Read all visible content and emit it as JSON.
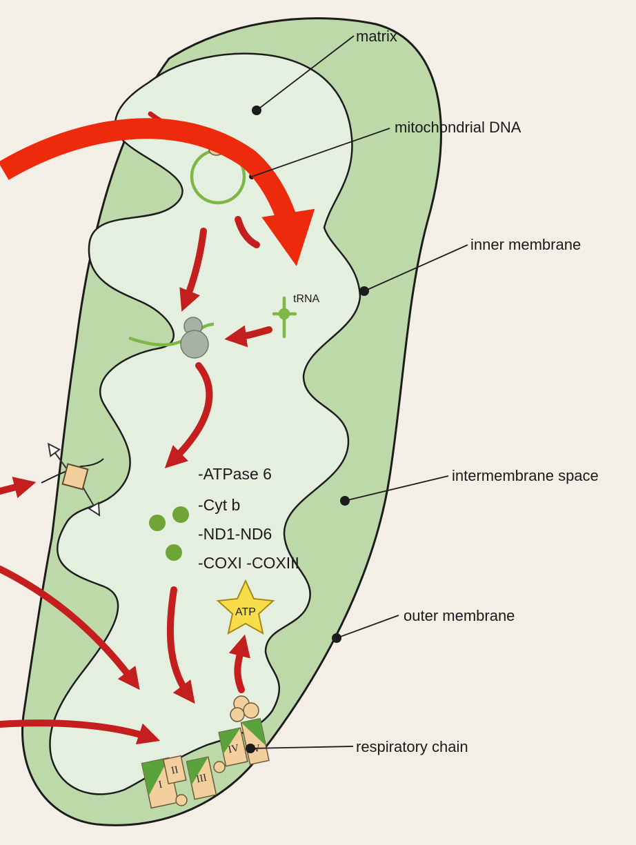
{
  "labels": {
    "matrix": "matrix",
    "mitochondrial_dna": "mitochondrial DNA",
    "inner_membrane": "inner membrane",
    "intermembrane_space": "intermembrane space",
    "outer_membrane": "outer membrane",
    "respiratory_chain": "respiratory chain",
    "trna": "tRNA",
    "atp": "ATP"
  },
  "encoded_proteins": [
    "-ATPase 6",
    "-Cyt b",
    "-ND1-ND6",
    "-COXI -COXIII"
  ],
  "complexes": [
    "I",
    "II",
    "III",
    "IV",
    "V"
  ],
  "colors": {
    "background": "#f3efe7",
    "outer_compartment": "#bdd8a9",
    "matrix": "#e4efdf",
    "membrane_line": "#1c1c1c",
    "dna_green": "#7db844",
    "dark_red_arrow": "#c41e1e",
    "bright_red_arrow": "#ee2a0c",
    "ribosome_grey": "#a8b2a4",
    "protein_green": "#6ea537",
    "atp_star": "#f8dd4a",
    "complex_tan": "#f2cf9c",
    "complex_green": "#5aa23c"
  }
}
